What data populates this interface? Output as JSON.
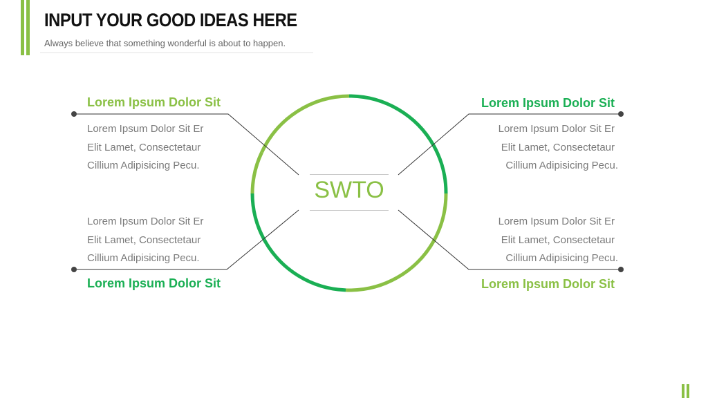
{
  "header": {
    "title": "INPUT YOUR GOOD IDEAS HERE",
    "subtitle": "Always believe that something wonderful is about to happen."
  },
  "center": {
    "label": "SWTO"
  },
  "blocks": [
    {
      "id": "top-left",
      "heading": "Lorem Ipsum Dolor Sit",
      "heading_color": "#8ac045",
      "lines": [
        "Lorem Ipsum Dolor Sit Er",
        "Elit Lamet, Consectetaur",
        "Cillium Adipisicing Pecu."
      ]
    },
    {
      "id": "top-right",
      "heading": "Lorem Ipsum Dolor Sit",
      "heading_color": "#1aaf54",
      "lines": [
        "Lorem Ipsum Dolor Sit Er",
        "Elit Lamet, Consectetaur",
        "Cillium Adipisicing Pecu."
      ]
    },
    {
      "id": "bottom-left",
      "heading": "Lorem Ipsum Dolor Sit",
      "heading_color": "#1aaf54",
      "lines": [
        "Lorem Ipsum Dolor Sit Er",
        "Elit Lamet, Consectetaur",
        "Cillium Adipisicing Pecu."
      ]
    },
    {
      "id": "bottom-right",
      "heading": "Lorem Ipsum Dolor Sit",
      "heading_color": "#8ac045",
      "lines": [
        "Lorem Ipsum Dolor Sit Er",
        "Elit Lamet, Consectetaur",
        "Cillium Adipisicing Pecu."
      ]
    }
  ],
  "colors": {
    "accent_light_green": "#8ac045",
    "accent_green": "#1aaf54",
    "connector": "#333333",
    "body_text": "#7a7a7a"
  }
}
